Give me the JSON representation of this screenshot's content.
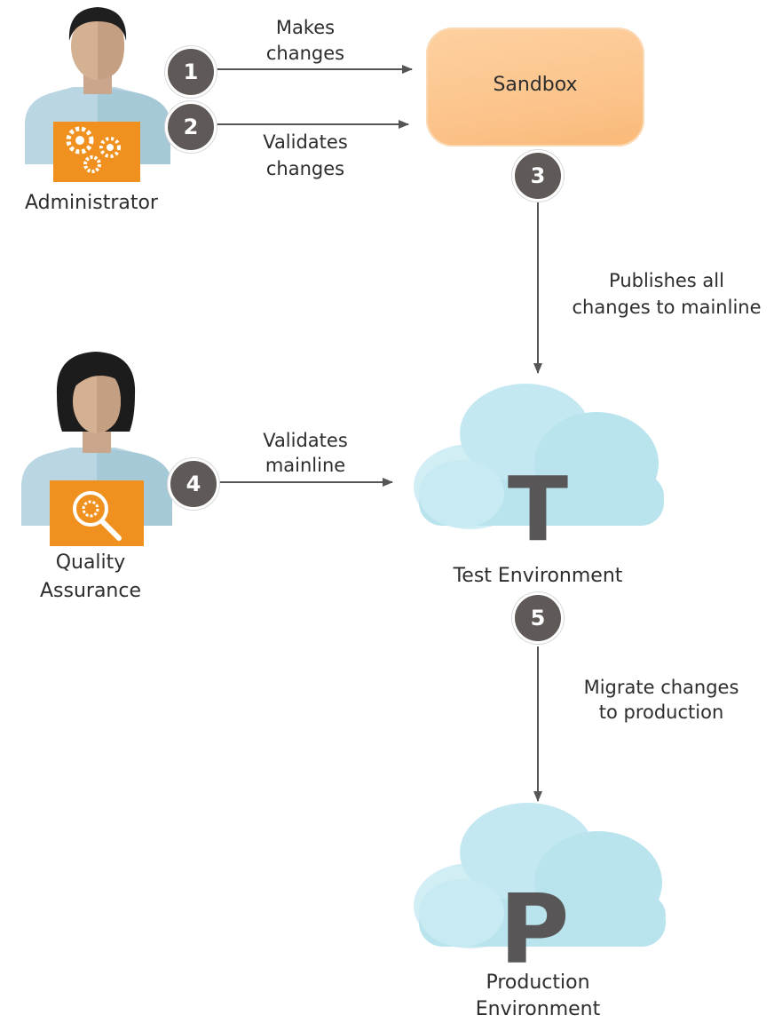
{
  "actors": {
    "administrator": {
      "label": "Administrator",
      "icon": "gears-icon"
    },
    "quality_assurance": {
      "label_line1": "Quality",
      "label_line2": "Assurance",
      "icon": "magnifier-icon"
    }
  },
  "sandbox": {
    "label": "Sandbox"
  },
  "test_env": {
    "letter": "T",
    "label": "Test Environment"
  },
  "prod_env": {
    "letter": "P",
    "label_line1": "Production",
    "label_line2": "Environment"
  },
  "steps": [
    {
      "number": "1",
      "line1": "Makes",
      "line2": "changes"
    },
    {
      "number": "2",
      "line1": "Validates",
      "line2": "changes"
    },
    {
      "number": "3",
      "line1": "Publishes all",
      "line2": "changes to mainline"
    },
    {
      "number": "4",
      "line1": "Validates",
      "line2": "mainline"
    },
    {
      "number": "5",
      "line1": "Migrate changes",
      "line2": "to production"
    }
  ],
  "colors": {
    "accent_orange": "#f0911f",
    "sandbox_fill": "#fcc48c",
    "cloud_fill": "#b9e4ee",
    "badge_fill": "#5f5a57",
    "arrow": "#555555"
  }
}
